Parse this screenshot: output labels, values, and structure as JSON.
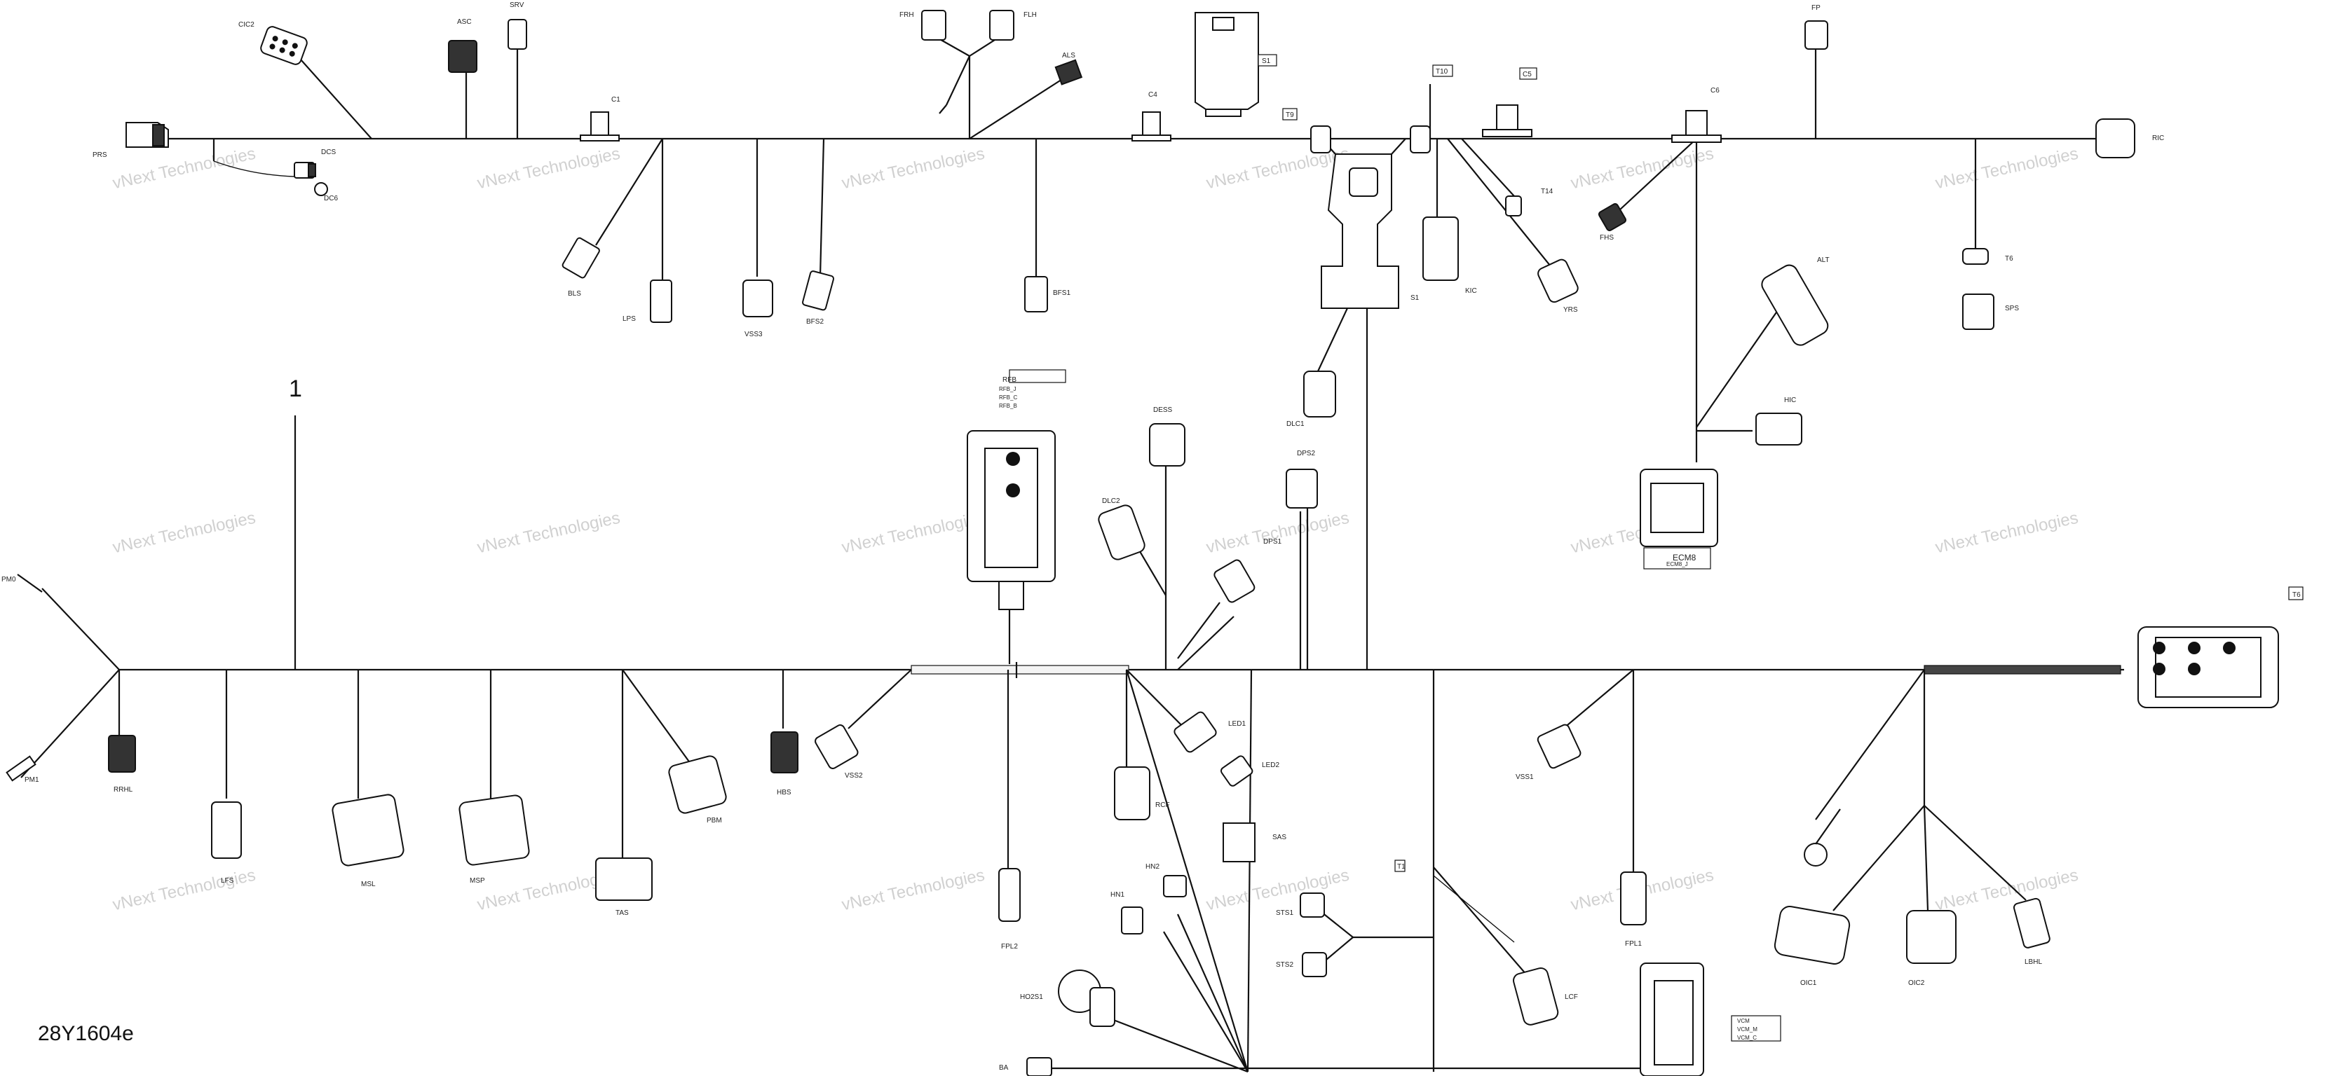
{
  "diagram": {
    "part_code": "28Y1604e",
    "item_number": "1",
    "watermark": "vNext Technologies",
    "connectors": {
      "PRS": "PRS",
      "CIC2": "CIC2",
      "ASC": "ASC",
      "SRV": "SRV",
      "C1": "C1",
      "DCS": "DCS",
      "DC6": "DC6",
      "BLS": "BLS",
      "LPS": "LPS",
      "VSS3": "VSS3",
      "BFS2": "BFS2",
      "FRH": "FRH",
      "FLH": "FLH",
      "ALS": "ALS",
      "BFS1": "BFS1",
      "C4": "C4",
      "S1top": "S1",
      "T9": "T9",
      "T10": "T10",
      "C5": "C5",
      "S1": "S1",
      "KIC": "KIC",
      "T14": "T14",
      "YRS": "YRS",
      "FHS": "FHS",
      "C6": "C6",
      "FP": "FP",
      "RIC": "RIC",
      "T6": "T6",
      "SPS": "SPS",
      "ALT": "ALT",
      "HIC": "HIC",
      "RFB": "RFB",
      "RFB_J": "RFB_J",
      "RFB_C": "RFB_C",
      "RFB_B": "RFB_B",
      "DESS": "DESS",
      "DLC1": "DLC1",
      "DPS2": "DPS2",
      "DLC2": "DLC2",
      "DPS1": "DPS1",
      "ECM8": "ECM8",
      "ECM8_J": "ECM8_J",
      "T6b": "T6",
      "PM0": "PM0",
      "PM1": "PM1",
      "RRHL": "RRHL",
      "LFS": "LFS",
      "MSL": "MSL",
      "MSP": "MSP",
      "TAS": "TAS",
      "PBM": "PBM",
      "HBS": "HBS",
      "VSS2": "VSS2",
      "LED1": "LED1",
      "LED2": "LED2",
      "RCF": "RCF",
      "SAS": "SAS",
      "FPL2": "FPL2",
      "HN1": "HN1",
      "HN2": "HN2",
      "STS1": "STS1",
      "STS2": "STS2",
      "T1": "T1",
      "HO2S1": "HO2S1",
      "BA": "BA",
      "LCF": "LCF",
      "VSS1": "VSS1",
      "FPL1": "FPL1",
      "OIC1": "OIC1",
      "OIC2": "OIC2",
      "LBHL": "LBHL",
      "VCM": "VCM",
      "VCM_M": "VCM_M",
      "VCM_C": "VCM_C"
    }
  }
}
